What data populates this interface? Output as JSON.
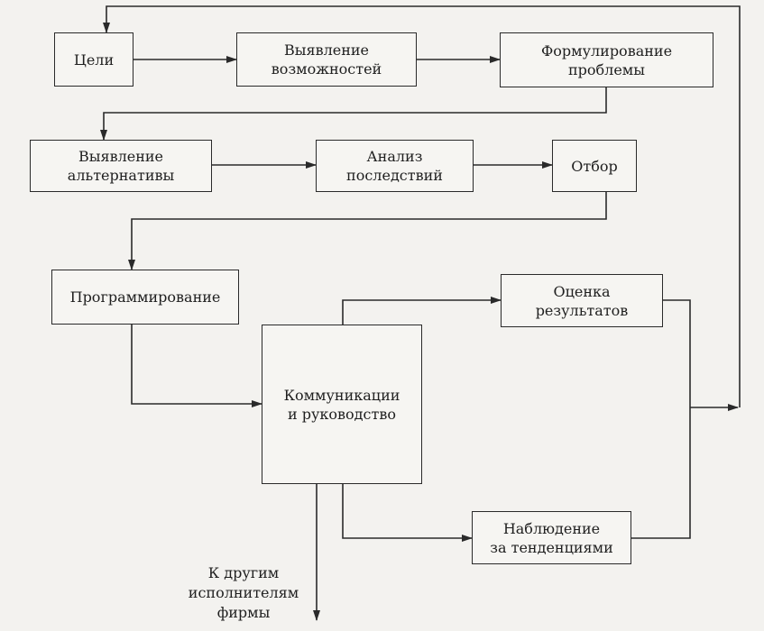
{
  "diagram": {
    "nodes": {
      "goals": "Цели",
      "opportunities": "Выявление\nвозможностей",
      "problem": "Формулирование\nпроблемы",
      "alternatives": "Выявление\nальтернативы",
      "analysis": "Анализ\nпоследствий",
      "selection": "Отбор",
      "programming": "Программирование",
      "communication": "Коммуникации\nи руководство",
      "evaluation": "Оценка\nрезультатов",
      "trends": "Наблюдение\nза тенденциями"
    },
    "notes": {
      "other_executors": "К другим\nисполнителям\nфирмы"
    }
  }
}
